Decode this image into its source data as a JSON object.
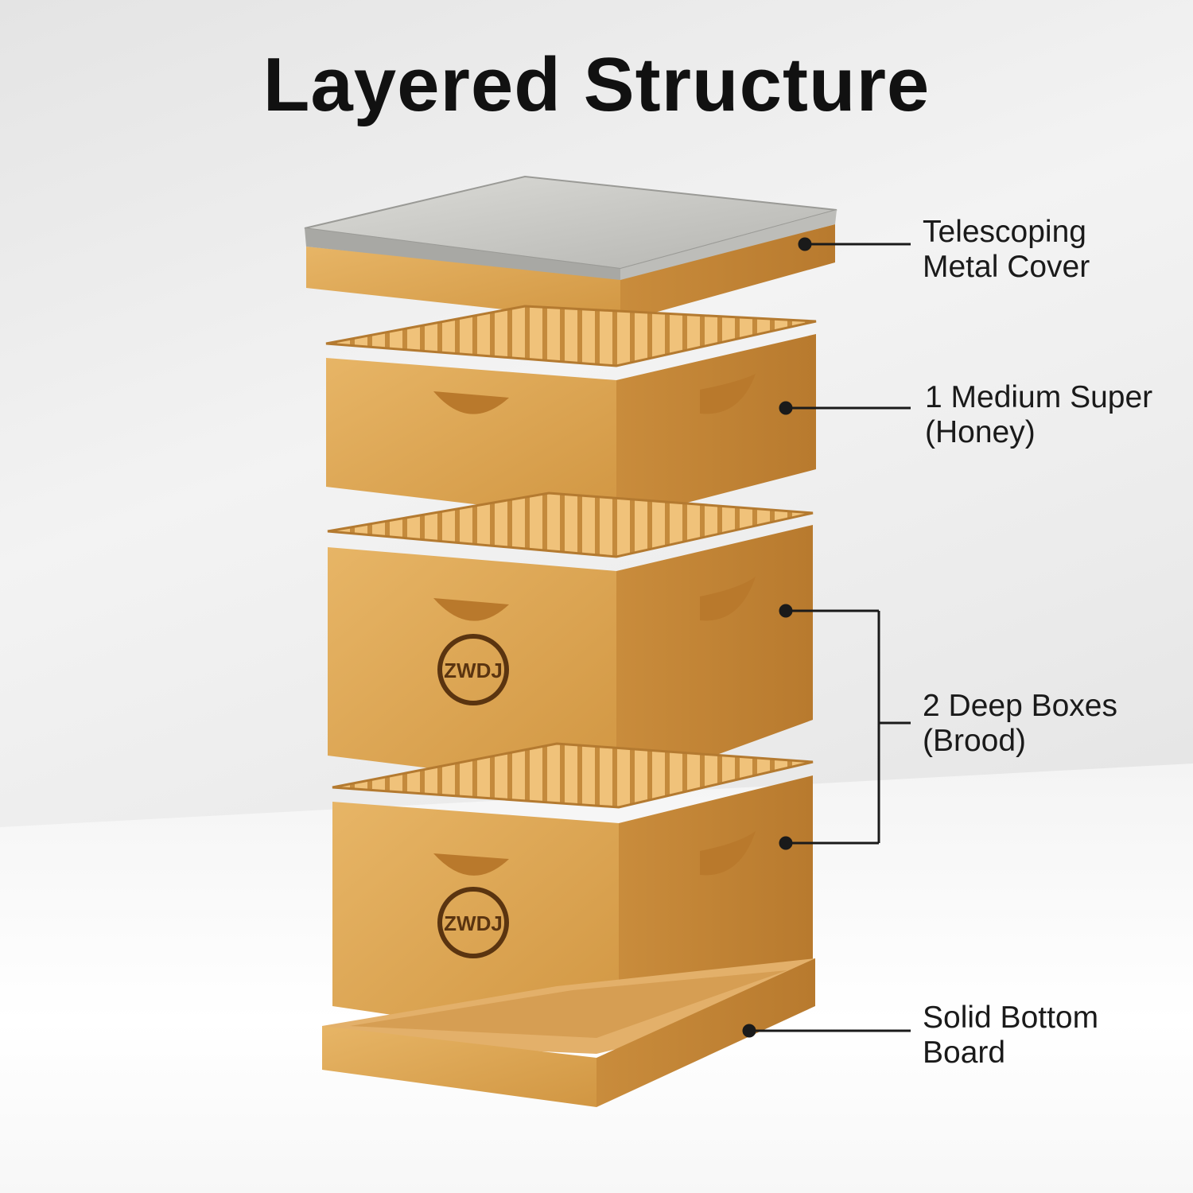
{
  "title": "Layered Structure",
  "brand_logo_text": "ZWDJ",
  "callouts": [
    {
      "line1": "Telescoping",
      "line2": "Metal Cover"
    },
    {
      "line1": "1 Medium Super",
      "line2": "(Honey)"
    },
    {
      "line1": "2 Deep Boxes",
      "line2": "(Brood)"
    },
    {
      "line1": "Solid Bottom",
      "line2": "Board"
    }
  ],
  "colors": {
    "wood": "#d9a24e",
    "wood_dark": "#b97a2f",
    "metal": "#c9c9c6",
    "line": "#1a1a1a"
  }
}
